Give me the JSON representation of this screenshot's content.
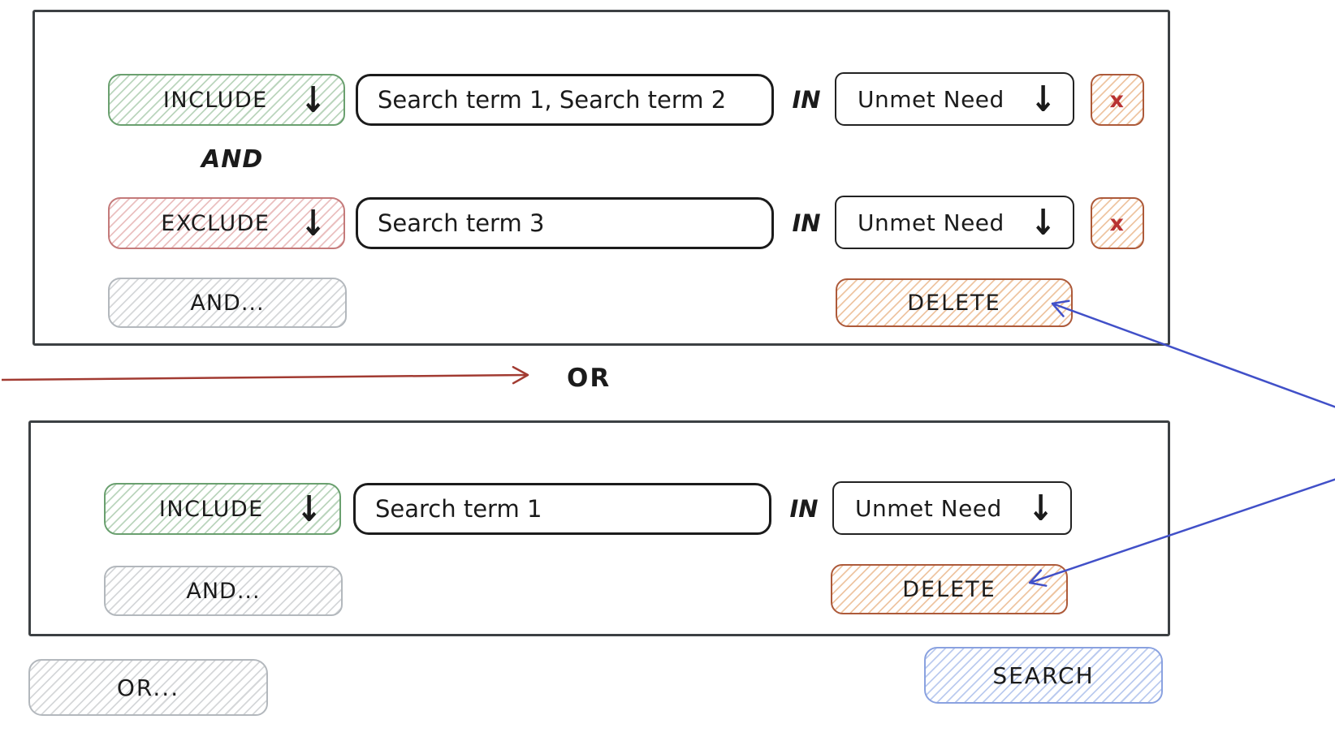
{
  "icons": {
    "dropdown_arrow": "↓",
    "remove_x": "x"
  },
  "connector": {
    "or_label": "OR"
  },
  "groups": [
    {
      "name": "group-1",
      "joiner_label": "AND",
      "add_row_label": "AND...",
      "delete_label": "DELETE",
      "rows": [
        {
          "operator": "INCLUDE",
          "operator_type": "include",
          "terms": "Search term 1, Search term 2",
          "in_label": "IN",
          "field": "Unmet Need"
        },
        {
          "operator": "EXCLUDE",
          "operator_type": "exclude",
          "terms": "Search term 3",
          "in_label": "IN",
          "field": "Unmet Need"
        }
      ]
    },
    {
      "name": "group-2",
      "add_row_label": "AND...",
      "delete_label": "DELETE",
      "rows": [
        {
          "operator": "INCLUDE",
          "operator_type": "include",
          "terms": "Search term 1",
          "in_label": "IN",
          "field": "Unmet Need"
        }
      ]
    }
  ],
  "footer": {
    "add_group_label": "OR...",
    "search_label": "SEARCH"
  },
  "colors": {
    "include_green": "#6aa06f",
    "exclude_red": "#c47a7a",
    "accent_orange": "#ad5a3a",
    "neutral_gray": "#b3b8bd",
    "search_blue": "#8aa2e0",
    "arrow_blue": "#4150c8",
    "arrow_red": "#a23b32",
    "remove_x_red": "#b83232",
    "outline_dark": "#3c4043"
  }
}
